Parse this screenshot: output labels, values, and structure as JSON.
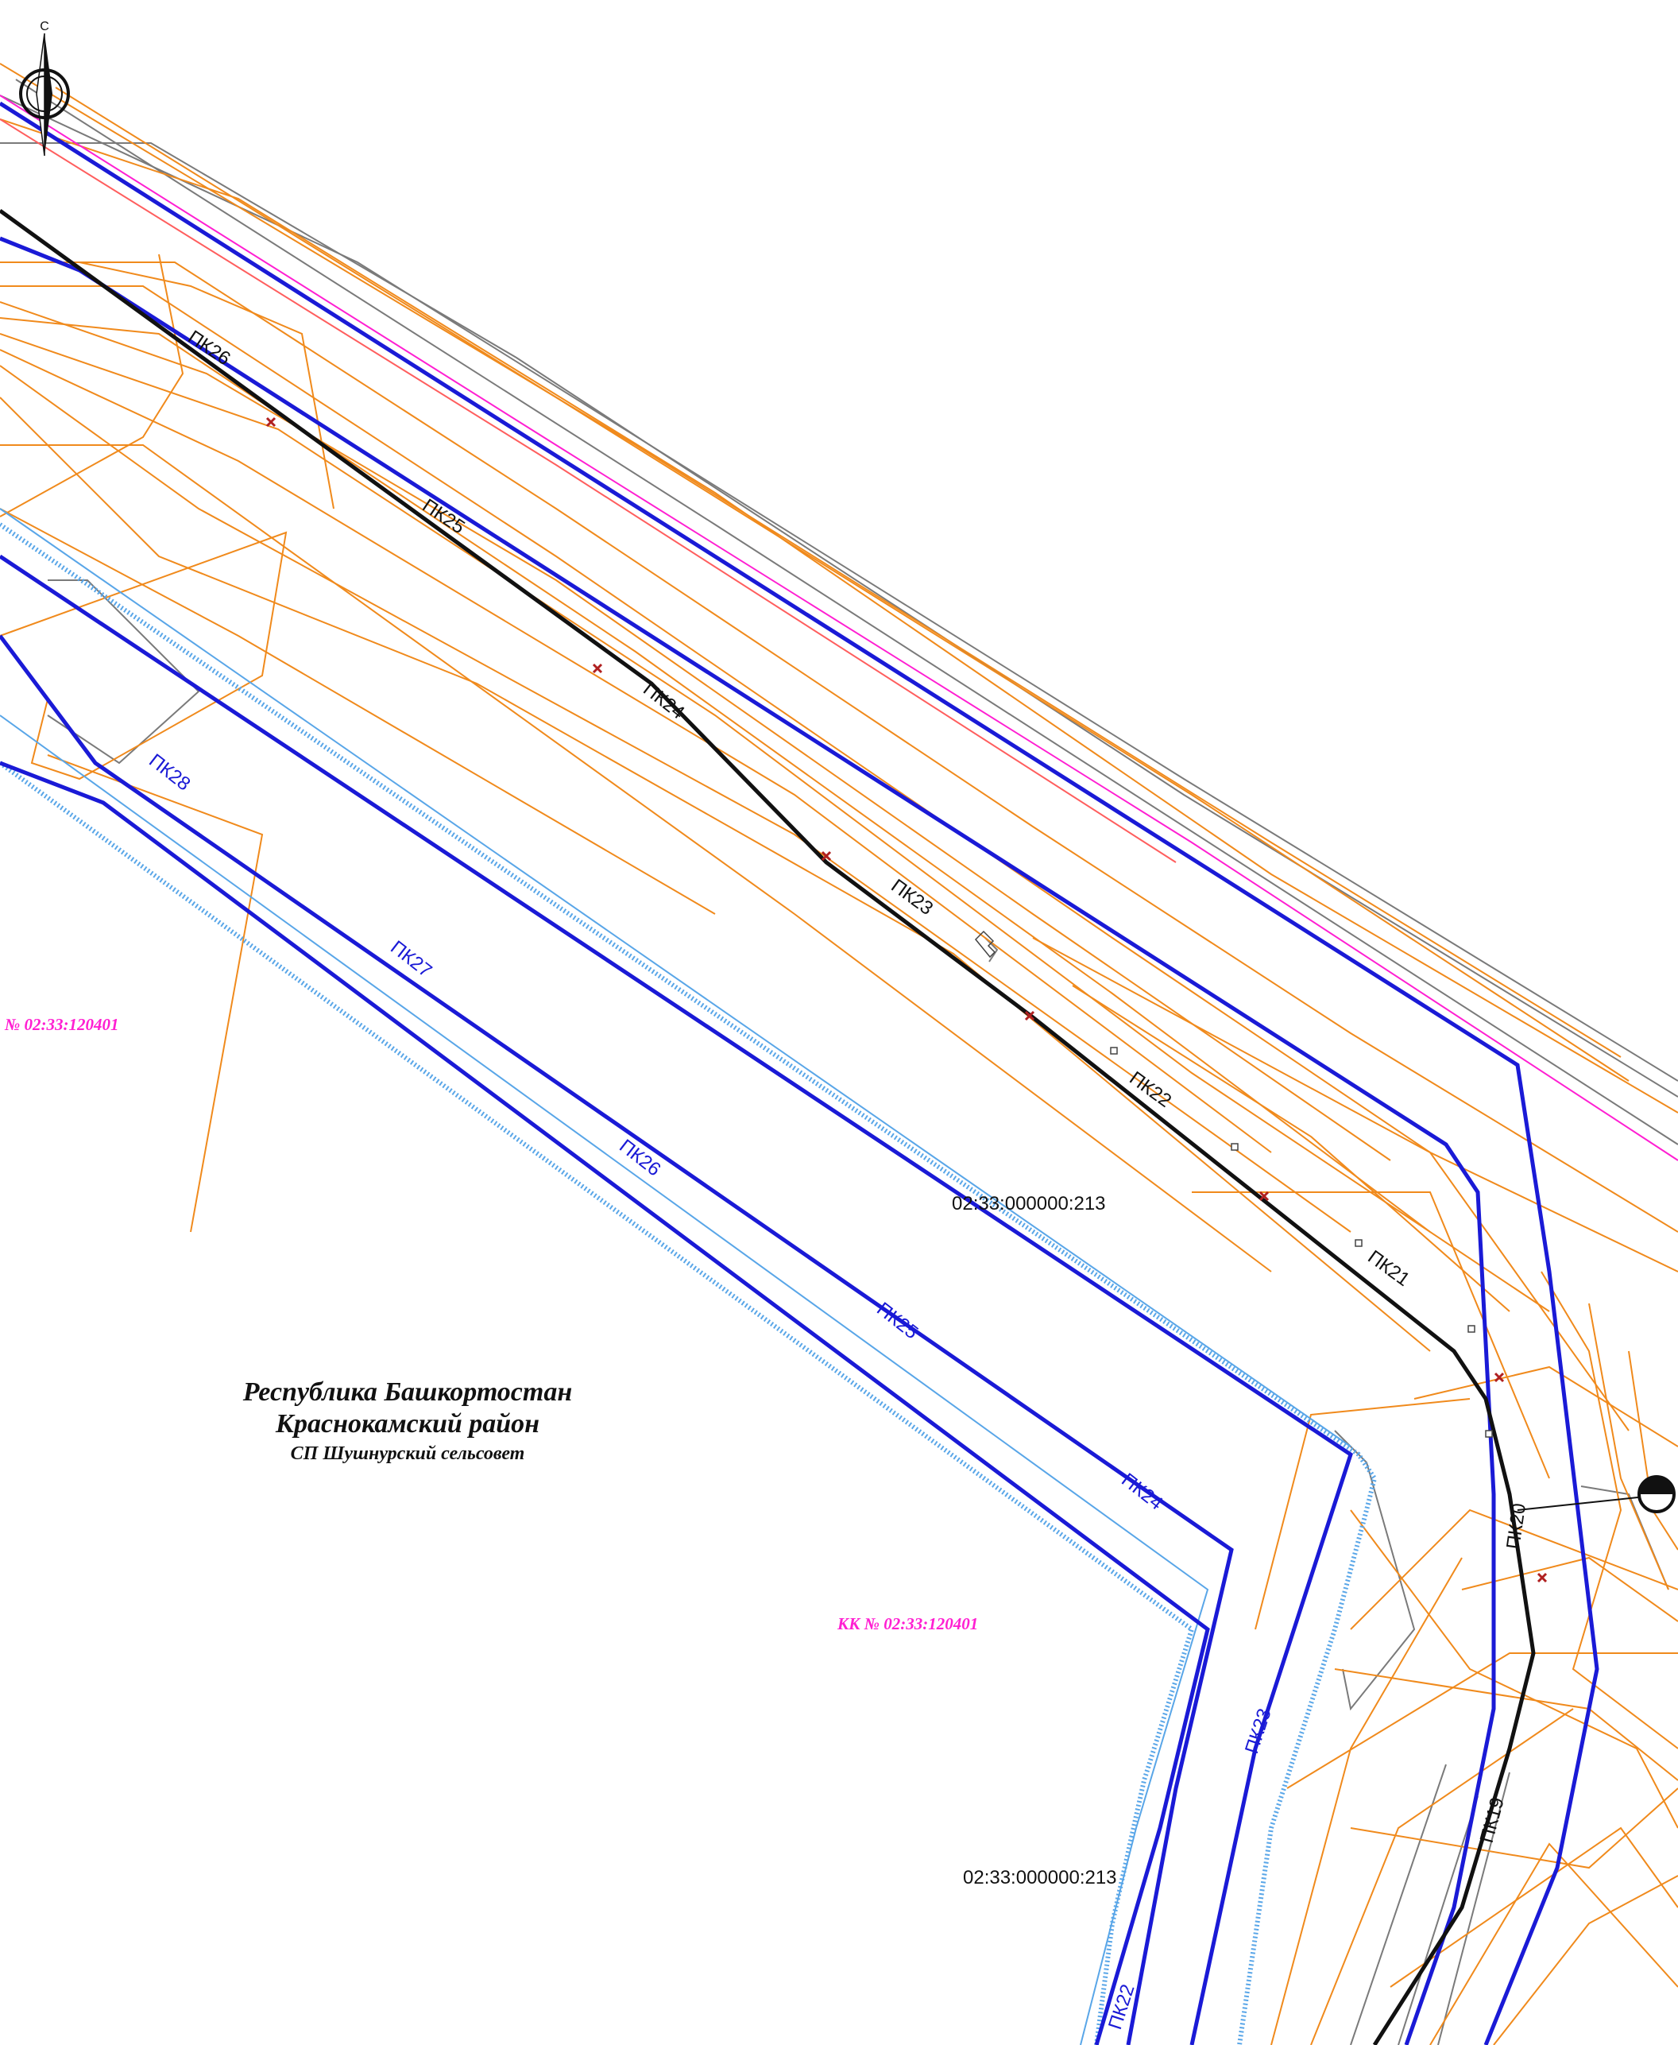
{
  "north_arrow": {
    "letter": "С"
  },
  "region": {
    "line1": "Республика Башкортостан",
    "line2": "Краснокамский район",
    "line3": "СП Шушнурский сельсовет"
  },
  "cadastral_labels": {
    "upper": "02:33:000000:213",
    "lower": "02:33:000000:213"
  },
  "quarter_labels": {
    "left": "№ 02:33:120401",
    "center": "КК № 02:33:120401"
  },
  "pickets_main": [
    "ПК26",
    "ПК25",
    "ПК24",
    "ПК23",
    "ПК22",
    "ПК21",
    "ПК20",
    "ПК19"
  ],
  "pickets_blue": [
    "ПК28",
    "ПК27",
    "ПК26",
    "ПК25",
    "ПК24",
    "ПК23",
    "ПК22"
  ],
  "colors": {
    "main_route": "#111111",
    "blue_boundary": "#1a1ad6",
    "orange_contours": "#f08a1c",
    "gray_lines": "#7a7a7a",
    "magenta_line": "#ff1fd2",
    "hatched_edge": "#59a6e8"
  }
}
